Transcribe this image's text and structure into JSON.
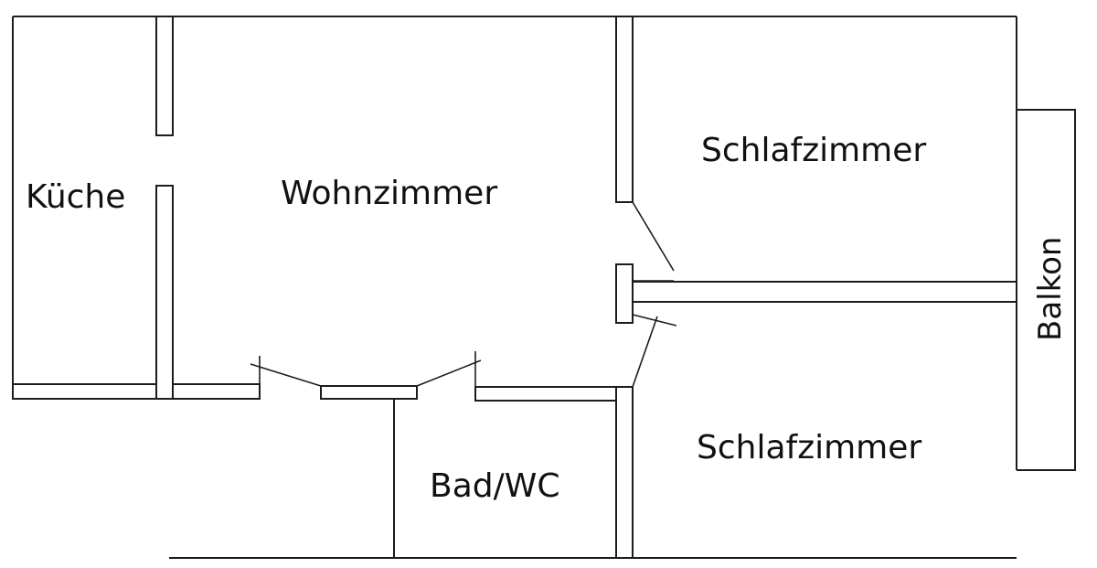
{
  "floorplan": {
    "rooms": {
      "kitchen": "Küche",
      "living": "Wohnzimmer",
      "bedroom_top": "Schlafzimmer",
      "bedroom_bottom": "Schlafzimmer",
      "bathroom": "Bad/WC",
      "balcony": "Balkon"
    },
    "colors": {
      "line": "#1c1c1c",
      "background": "#ffffff",
      "text": "#111111"
    }
  }
}
